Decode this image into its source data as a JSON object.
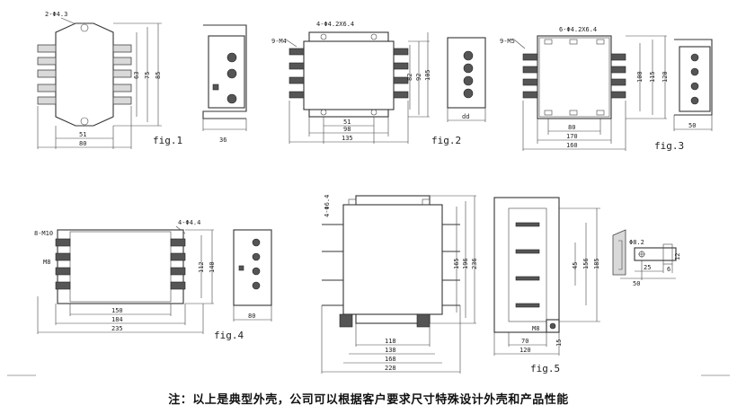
{
  "figures": {
    "fig1": {
      "label": "fig.1",
      "hole_spec": "2-Φ4.3",
      "dims": {
        "bottom_inner": "51",
        "bottom_outer": "80",
        "h1": "63",
        "h2": "75",
        "h3": "85",
        "side_width": "36"
      }
    },
    "fig2": {
      "label": "fig.2",
      "hole_spec": "4-Φ4.2X6.4",
      "terminal_spec": "9-M4",
      "dims": {
        "b1": "51",
        "b2": "98",
        "b3": "135",
        "h1": "82",
        "h2": "92",
        "h3": "105",
        "side_width": "dd"
      }
    },
    "fig3": {
      "label": "fig.3",
      "hole_spec": "6-Φ4.2X6.4",
      "terminal_spec": "9-M5",
      "dims": {
        "b1": "80",
        "b2": "170",
        "b3": "160",
        "h1": "100",
        "h2": "115",
        "h3": "120",
        "side_width": "50"
      }
    },
    "fig4": {
      "label": "fig.4",
      "terminal_spec": "8-M10",
      "ground_spec": "M8",
      "hole_spec": "4-Φ4.4",
      "dims": {
        "b1": "150",
        "b2": "184",
        "b3": "235",
        "h1": "112",
        "h2": "140",
        "side_width": "80"
      }
    },
    "fig5": {
      "label": "fig.5",
      "hole_spec": "4-Φ6.4",
      "ground_spec": "M8",
      "dims": {
        "b1": "118",
        "b2": "138",
        "b3": "168",
        "b4": "228",
        "h1": "165",
        "h2": "196",
        "h3": "236",
        "side_h1": "45",
        "side_h2": "156",
        "side_h3": "185",
        "side_b1": "70",
        "side_b2": "120",
        "side_small": "15",
        "detail_dia": "Φ8.2",
        "detail_a": "25",
        "detail_b": "50",
        "detail_c": "6",
        "detail_d": "12"
      }
    }
  },
  "footer_note": "注：以上是典型外壳，公司可以根据客户要求尺寸特殊设计外壳和产品性能"
}
